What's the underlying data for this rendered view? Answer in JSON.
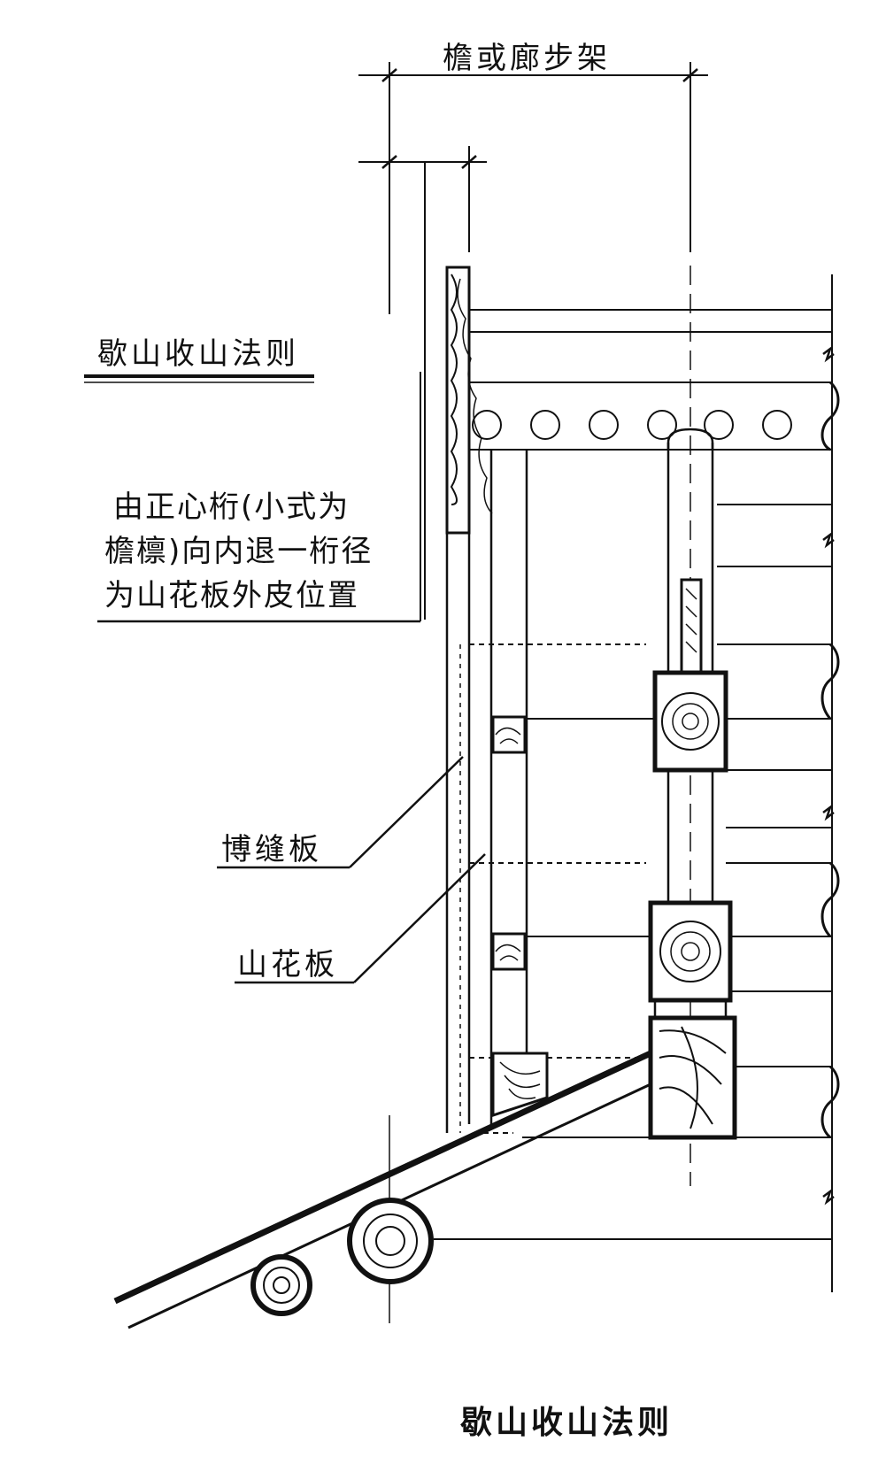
{
  "dimension_label": "檐或廊步架",
  "side_title": "歇山收山法则",
  "note": {
    "line1": "由正心桁(小式为",
    "line2": "檐檩)向内退一桁径",
    "line3": "为山花板外皮位置"
  },
  "callouts": {
    "bofengban": "博缝板",
    "shanhuaban": "山花板"
  },
  "caption": "歇山收山法则",
  "colors": {
    "ink": "#111111",
    "paper": "#ffffff"
  }
}
